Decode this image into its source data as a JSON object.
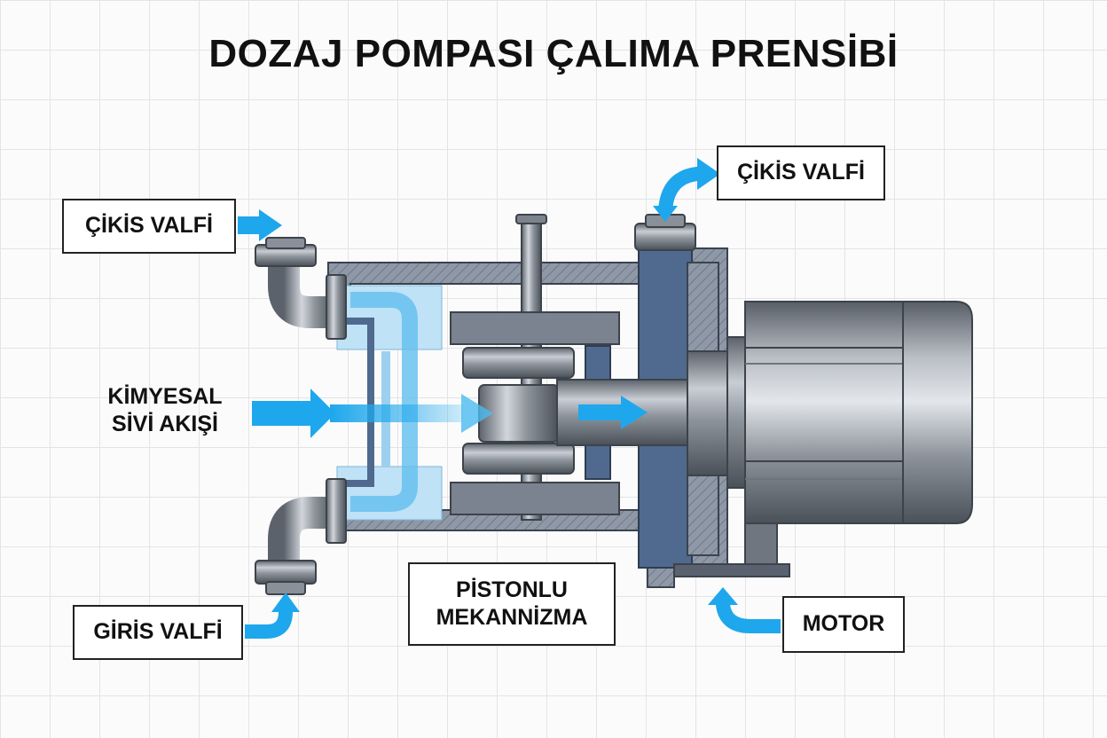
{
  "title": "DOZAJ POMPASI ÇALIMA PRENSİBİ",
  "labels": {
    "outlet_valve_left": "ÇİKİS VALFİ",
    "outlet_valve_right": "ÇİKİS VALFİ",
    "inlet_valve": "GİRİS VALFİ",
    "chemical_flow_line1": "KİMYESAL",
    "chemical_flow_line2": "SİVİ AKIŞİ",
    "piston_line1": "PİSTONLU",
    "piston_line2": "MEKANNİZMA",
    "motor": "MOTOR"
  },
  "colors": {
    "flow_arrow": "#1ea7ec",
    "housing": "#4f6a8e",
    "steel": "#8a9099",
    "chamber": "#bfe2f6"
  }
}
